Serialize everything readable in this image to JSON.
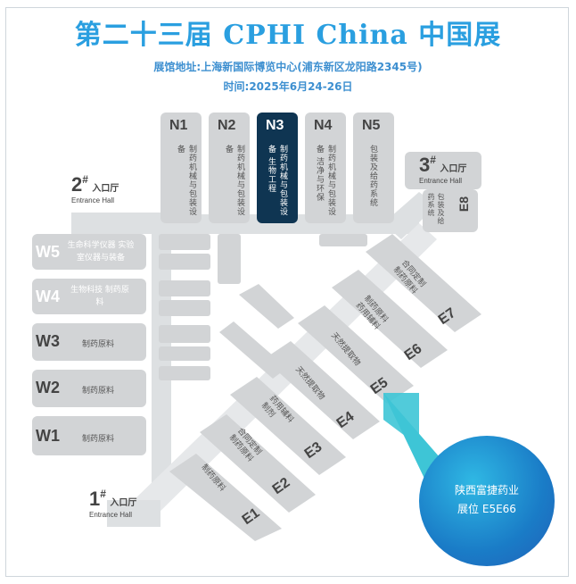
{
  "title": "第二十三届 CPHI China 中国展",
  "address": "展馆地址:上海新国际博览中心(浦东新区龙阳路2345号)",
  "date": "时间:2025年6月24-26日",
  "north_halls": [
    {
      "code": "N1",
      "text": "制药机械与包装设备"
    },
    {
      "code": "N2",
      "text": "制药机械与包装设备"
    },
    {
      "code": "N3",
      "text": "制药机械与包装设备 生物工程"
    },
    {
      "code": "N4",
      "text": "制药机械与包装设备 洁净与环保"
    },
    {
      "code": "N5",
      "text": "包装及给药系统"
    }
  ],
  "entrances": [
    {
      "num": "2",
      "cn": "入口厅",
      "en": "Entrance Hall"
    },
    {
      "num": "3",
      "cn": "入口厅",
      "en": "Entrance Hall"
    },
    {
      "num": "1",
      "cn": "入口厅",
      "en": "Entrance Hall"
    }
  ],
  "west_halls": [
    {
      "code": "W5",
      "text": "生命科学仪器 实验室仪器与装备"
    },
    {
      "code": "W4",
      "text": "生物科技 制药原料"
    },
    {
      "code": "W3",
      "text": "制药原料"
    },
    {
      "code": "W2",
      "text": "制药原料"
    },
    {
      "code": "W1",
      "text": "制药原料"
    }
  ],
  "east_halls": [
    {
      "code": "E8",
      "text": "包装及给药系统"
    },
    {
      "code": "E7",
      "text": "合同定制 制药原料"
    },
    {
      "code": "E6",
      "text": "制药原料 药用辅料"
    },
    {
      "code": "E5",
      "text": "天然提取物"
    },
    {
      "code": "E4",
      "text": "天然提取物"
    },
    {
      "code": "E3",
      "text": "药用辅料 制剂"
    },
    {
      "code": "E2",
      "text": "合同定制 制药原料"
    },
    {
      "code": "E1",
      "text": "制药原料"
    }
  ],
  "callout": {
    "line1": "陕西富捷药业",
    "line2": "展位 E5E66"
  },
  "colors": {
    "title": "#2a9fe0",
    "hall": "#d2d4d6",
    "highlight": "#0f3552",
    "callout": "#1a7cc7"
  }
}
